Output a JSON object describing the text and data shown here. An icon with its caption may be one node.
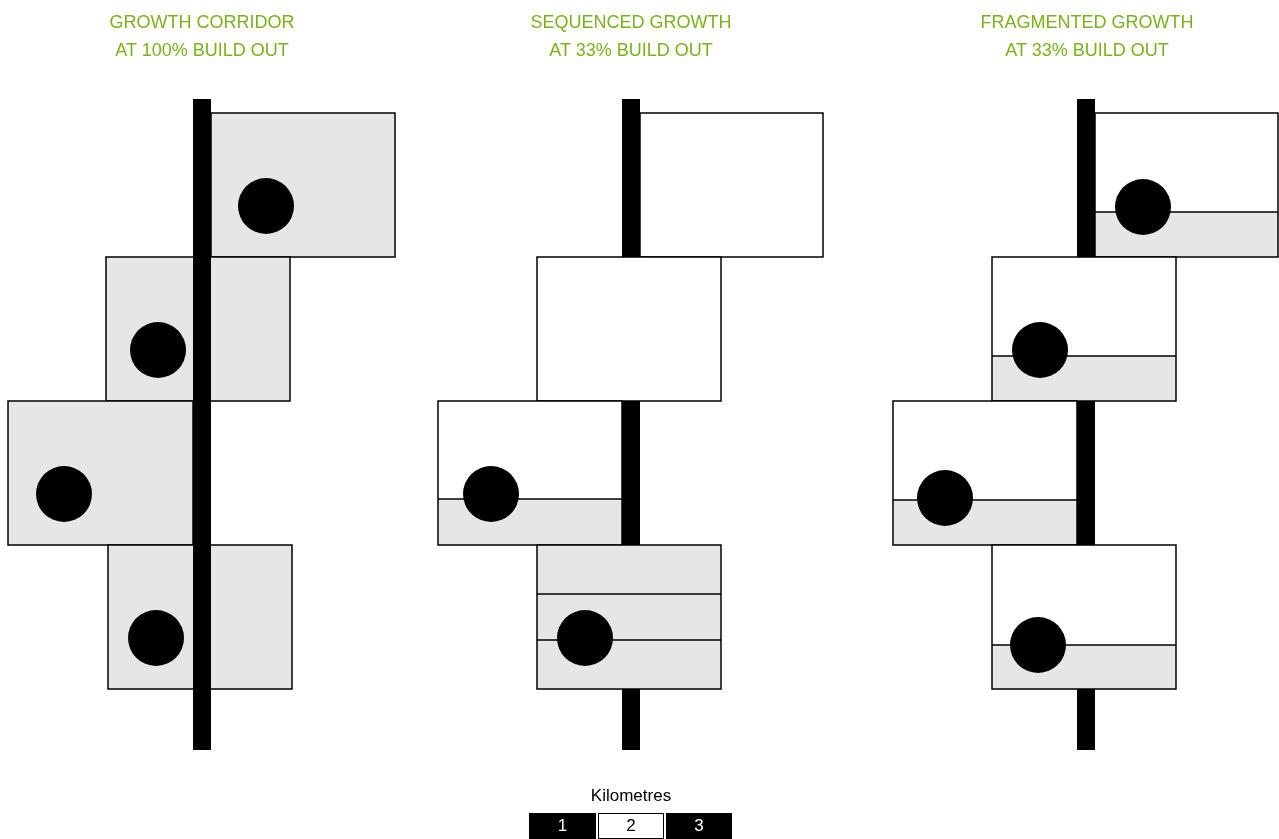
{
  "diagram": {
    "nodes": [
      {
        "text": [
          "1"
        ]
      },
      {
        "text": [
          "2"
        ]
      },
      {
        "text": [
          "3"
        ]
      }
    ],
    "labels": [
      "GROWTH CORRIDOR",
      "AT 100% BUILD OUT",
      "SEQUENCED GROWTH",
      "AT 33% BUILD OUT",
      "FRAGMENTED GROWTH",
      "AT 33% BUILD OUT",
      "Kilometres"
    ]
  }
}
